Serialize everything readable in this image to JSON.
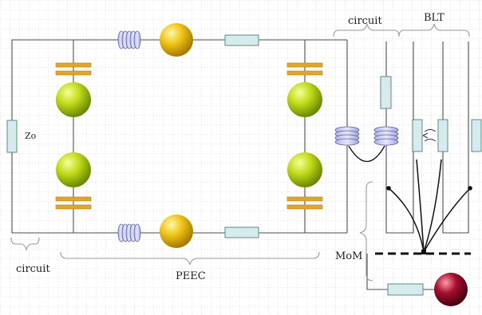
{
  "labels": {
    "impedance": "Zo",
    "circuit_top": "circuit",
    "blt": "BLT",
    "circuit_bottom": "circuit",
    "peec": "PEEC",
    "mom": "MoM"
  },
  "colors": {
    "grid": "#c9c9c9",
    "wire": "#4d4d4d",
    "resistor_fill": "#d6ecec",
    "resistor_stroke": "#5a8a8a",
    "capacitor": "#e3a62a",
    "inductor_fill": "#ccd0ee",
    "inductor_stroke": "#5c5f9e",
    "sphere_green": "#c4dc1c",
    "sphere_yellow": "#f0c617",
    "sphere_red": "#a30f2e",
    "brace": "#9a9a9a"
  }
}
